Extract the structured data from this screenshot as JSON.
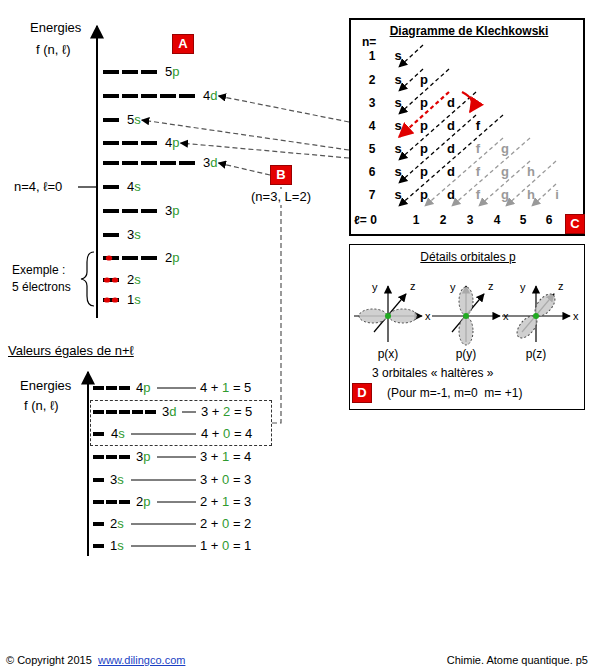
{
  "diagram": {
    "nodes": [
      {
        "text": [
          "A"
        ]
      },
      {
        "text": [
          "Diagramme de Klechkowski"
        ]
      },
      {
        "text": [
          "5p"
        ]
      },
      {
        "text": [
          "4d"
        ]
      },
      {
        "text": [
          "5s"
        ]
      },
      {
        "text": [
          "4p"
        ]
      },
      {
        "text": [
          "3d"
        ]
      },
      {
        "text": [
          "4s"
        ]
      },
      {
        "text": [
          "3p"
        ]
      },
      {
        "text": [
          "3s"
        ]
      },
      {
        "text": [
          "2p"
        ]
      },
      {
        "text": [
          "2s"
        ]
      },
      {
        "text": [
          "1s"
        ]
      },
      {
        "text": [
          "B"
        ]
      },
      {
        "text": [
          "C"
        ],
        "in": 1
      },
      {
        "text": [
          "Détails orbitales p",
          "3 orbitales « haltères »",
          "(Pour m=-1, m=0  m= +1)"
        ]
      },
      {
        "text": [
          "D"
        ],
        "in": 15
      },
      {
        "text": [
          "3d",
          "3 + 2 = 5",
          "4s",
          "4 + 0 = 4"
        ]
      }
    ],
    "edges": [
      {
        "from": 1,
        "to": 3,
        "arrow": "to"
      },
      {
        "from": 1,
        "to": 4,
        "arrow": "to"
      },
      {
        "from": 1,
        "to": 5,
        "arrow": "to"
      },
      {
        "from": 13,
        "to": 6,
        "arrow": "to"
      },
      {
        "from": 17,
        "to": 13,
        "arrow": "none"
      }
    ],
    "labels": [
      "Energies",
      "f (n, ℓ)",
      "n=4, ℓ=0",
      "Exemple :",
      "5 électrons",
      "(n=3, L=2)",
      "n=",
      "1",
      "2",
      "3",
      "4",
      "5",
      "6",
      "7",
      "s",
      "s",
      "p",
      "s",
      "p",
      "d",
      "s",
      "p",
      "d",
      "f",
      "s",
      "p",
      "d",
      "f",
      "g",
      "s",
      "p",
      "d",
      "f",
      "g",
      "h",
      "s",
      "p",
      "d",
      "f",
      "g",
      "h",
      "i",
      "ℓ= 0",
      "1",
      "2",
      "3",
      "4",
      "5",
      "6",
      "y",
      "z",
      "x",
      "y",
      "z",
      "x",
      "y",
      "z",
      "x",
      "p(x)",
      "p(y)",
      "p(z)",
      "Valeurs égales de n+ℓ",
      "Energies",
      "f (n, ℓ)",
      "4p",
      "4 + 1 = 5",
      "3p",
      "3 + 1 = 4",
      "3s",
      "3 + 0 = 3",
      "2p",
      "2 + 1 = 3",
      "2s",
      "2 + 0 = 2",
      "1s",
      "1 + 0 = 1",
      "© Copyright 2015",
      "www.dilingco.com",
      "Chimie. Atome quantique. p5"
    ]
  }
}
